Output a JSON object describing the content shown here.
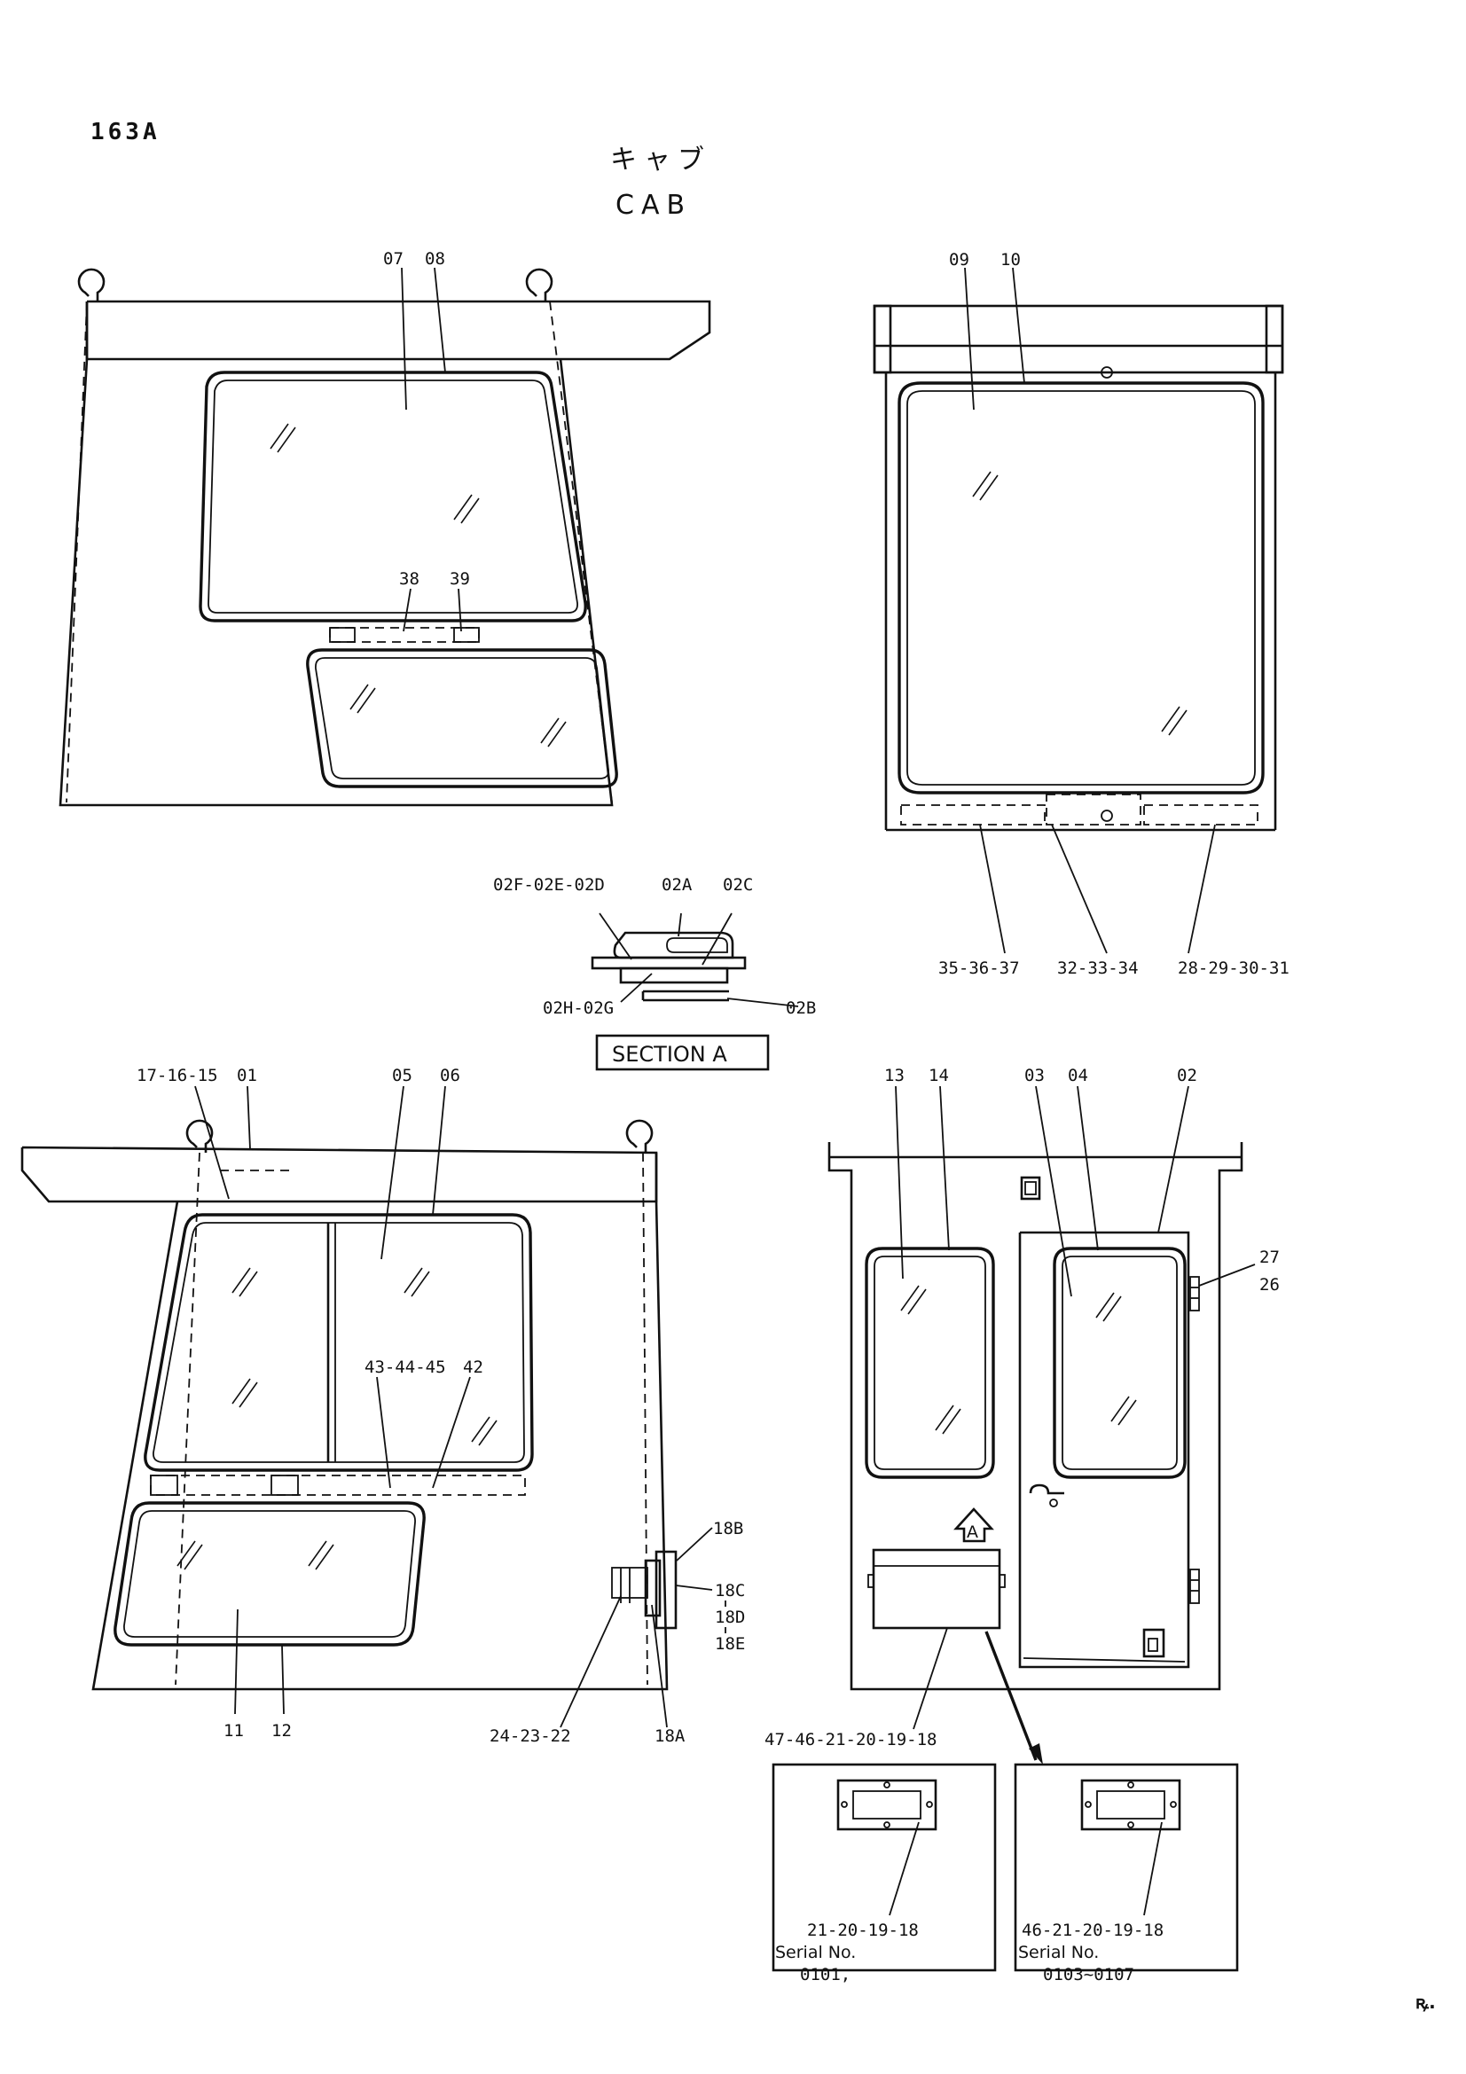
{
  "page": {
    "page_number": "163A",
    "title_jp": "キャブ",
    "title_en": "CAB",
    "corner_mark": "ꝶ."
  },
  "section_label": "SECTION A",
  "arrow_mark": "A",
  "callouts": {
    "front_top": [
      "07",
      "08"
    ],
    "front_mid": [
      "38",
      "39"
    ],
    "rear_top": [
      "09",
      "10"
    ],
    "rear_bottom": [
      "35-36-37",
      "32-33-34",
      "28-29-30-31"
    ],
    "section": [
      "02F-02E-02D",
      "02A",
      "02C",
      "02H-02G",
      "02B"
    ],
    "left_top": [
      "17-16-15",
      "01",
      "05",
      "06"
    ],
    "left_mid": [
      "43-44-45",
      "42"
    ],
    "left_bottom": [
      "11",
      "12",
      "24-23-22",
      "18A"
    ],
    "left_latch": [
      "18B",
      "18C",
      "18D",
      "18E"
    ],
    "door_top": [
      "13",
      "14",
      "03",
      "04",
      "02"
    ],
    "door_side": [
      "27",
      "26"
    ],
    "door_bottom": [
      "47-46-21-20-19-18"
    ]
  },
  "detail_boxes": [
    {
      "parts": "21-20-19-18",
      "serial_label": "Serial No.",
      "serial_value": "0101,"
    },
    {
      "parts": "46-21-20-19-18",
      "serial_label": "Serial No.",
      "serial_value": "0103~0107"
    }
  ]
}
